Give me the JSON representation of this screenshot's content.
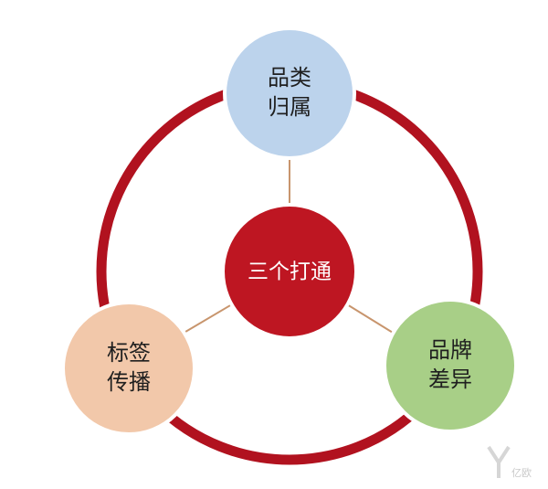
{
  "center": {
    "label": "三个打通"
  },
  "nodes": {
    "top": {
      "line1": "品类",
      "line2": "归属"
    },
    "left": {
      "line1": "标签",
      "line2": "传播"
    },
    "right": {
      "line1": "品牌",
      "line2": "差异"
    }
  },
  "watermark": {
    "text": "亿欧"
  },
  "colors": {
    "ring": "#b1121f",
    "center_fill": "#be1622",
    "top_fill": "#bcd3ec",
    "left_fill": "#f2c8aa",
    "right_fill": "#a8cf87",
    "connector": "#c8956d"
  }
}
